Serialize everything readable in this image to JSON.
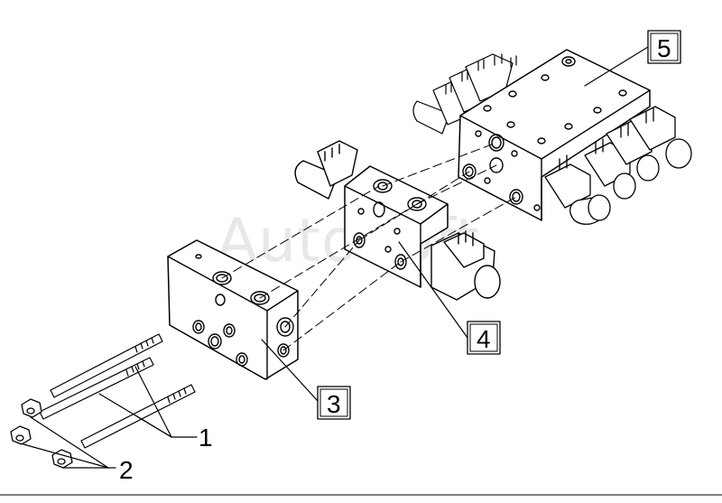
{
  "watermark": "AutoSoft",
  "callouts": [
    {
      "id": "1",
      "text": "1",
      "boxed": false
    },
    {
      "id": "2",
      "text": "2",
      "boxed": false
    },
    {
      "id": "3",
      "text": "3",
      "boxed": true
    },
    {
      "id": "4",
      "text": "4",
      "boxed": true
    },
    {
      "id": "5",
      "text": "5",
      "boxed": true
    }
  ],
  "colors": {
    "line": "#000000",
    "fill": "#ffffff",
    "watermark": "#969696"
  }
}
